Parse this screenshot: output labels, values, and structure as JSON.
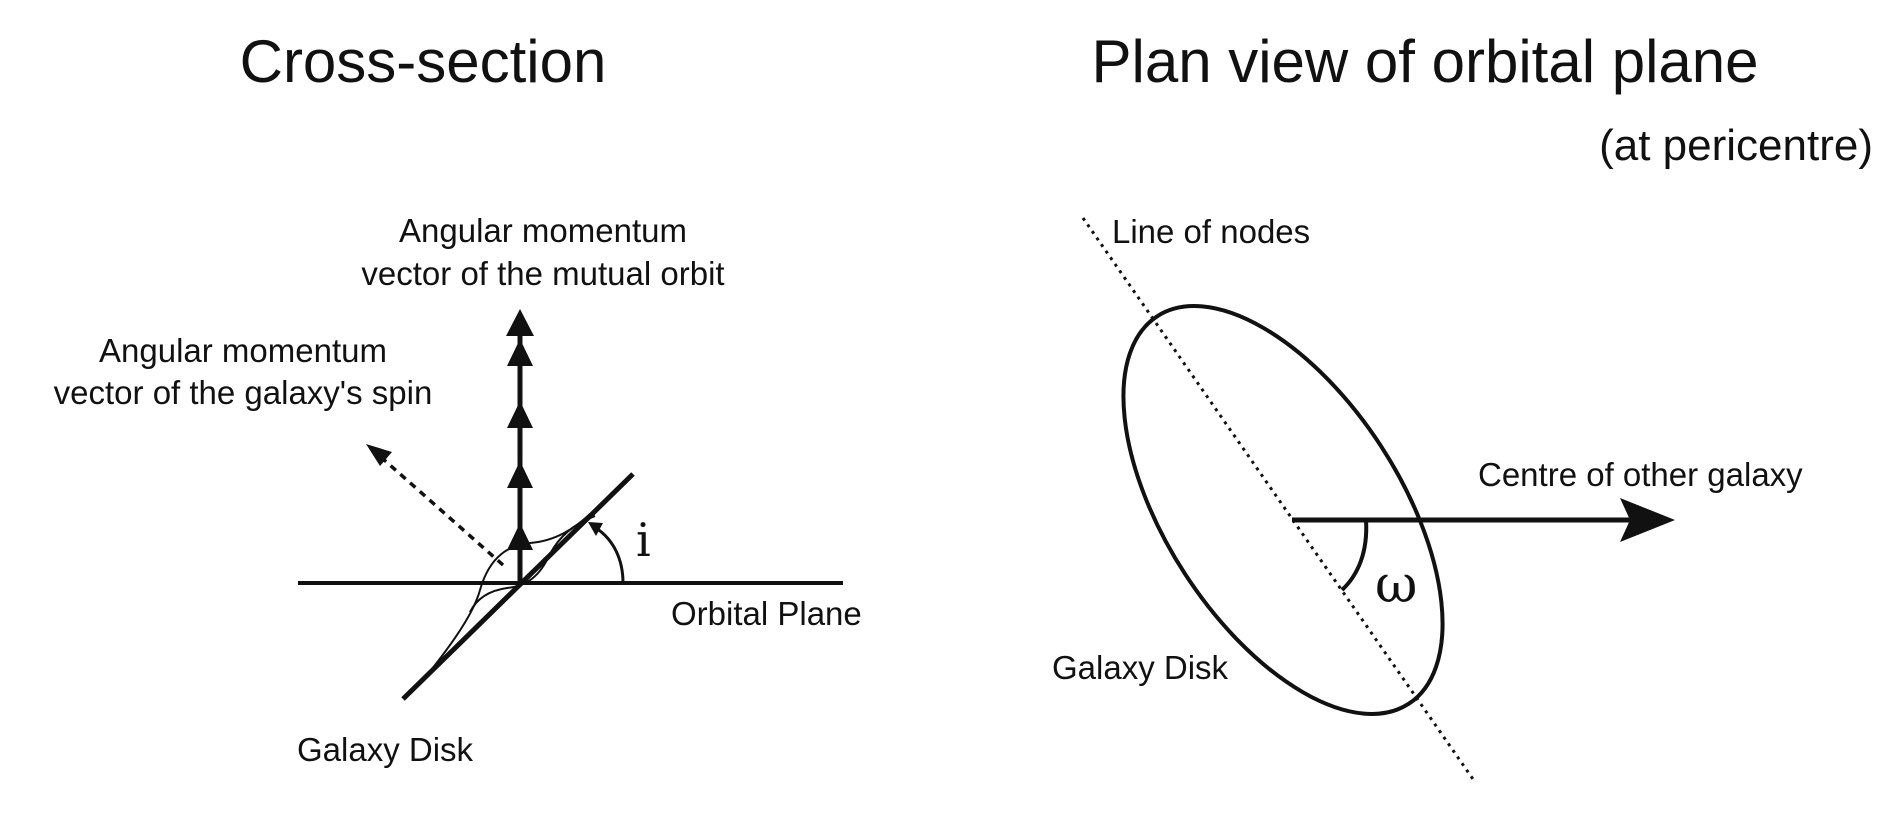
{
  "left_panel": {
    "title": "Cross-section",
    "orbit_vector_label_line1": "Angular momentum",
    "orbit_vector_label_line2": "vector of the mutual orbit",
    "spin_vector_label_line1": "Angular momentum",
    "spin_vector_label_line2": "vector of the galaxy's spin",
    "inclination_symbol": "i",
    "orbital_plane_label": "Orbital Plane",
    "galaxy_disk_label": "Galaxy Disk"
  },
  "right_panel": {
    "title": "Plan view of orbital plane",
    "subtitle": "(at pericentre)",
    "line_of_nodes_label": "Line of nodes",
    "other_galaxy_label": "Centre of other galaxy",
    "omega_symbol": "ω",
    "galaxy_disk_label": "Galaxy Disk"
  },
  "colors": {
    "ink": "#111111",
    "background": "#ffffff"
  }
}
